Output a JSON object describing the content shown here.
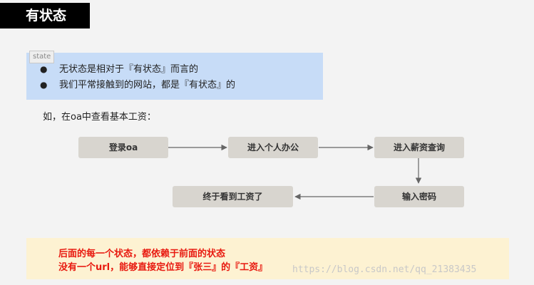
{
  "title": "有状态",
  "info": {
    "tag": "state",
    "bullet_glyph": "●",
    "bullets": [
      "无状态是相对于『有状态』而言的",
      "我们平常接触到的网站，都是『有状态』的"
    ]
  },
  "example_text": "如，在oa中查看基本工资：",
  "flow": {
    "nodes": [
      "登录oa",
      "进入个人办公",
      "进入薪资查询",
      "输入密码",
      "终于看到工资了"
    ]
  },
  "note": {
    "lines": [
      "后面的每一个状态，都依赖于前面的状态",
      "没有一个url，能够直接定位到『张三』的『工资』"
    ]
  },
  "watermark": "https://blog.csdn.net/qq_21383435",
  "colors": {
    "title_bg": "#000000",
    "info_bg": "#c7dcf7",
    "node_bg": "#d8d5cf",
    "note_bg": "#fdf2d2",
    "note_text": "#e8190f"
  }
}
